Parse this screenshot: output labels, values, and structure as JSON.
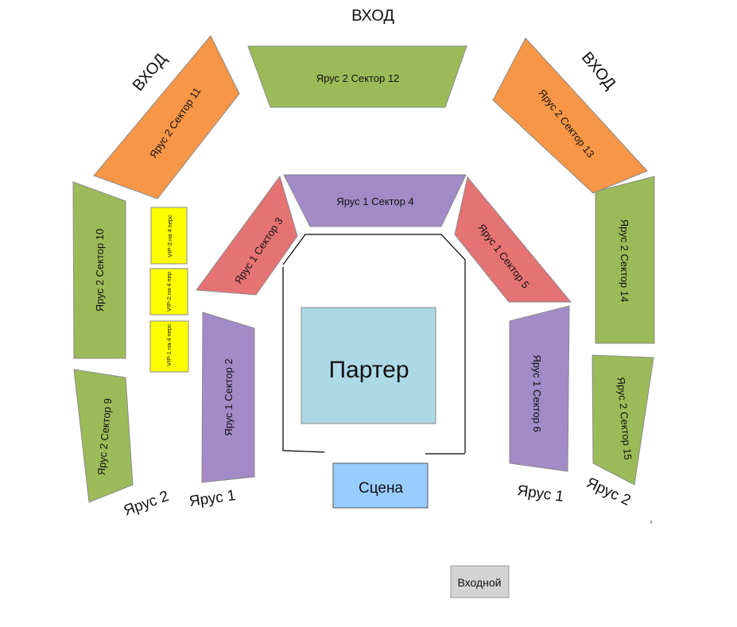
{
  "entrances": {
    "top": "ВХОД",
    "left": "ВХОД",
    "right": "ВХОД"
  },
  "colors": {
    "tier2_green": "#9bbb59",
    "tier2_orange": "#f79646",
    "tier1_purple": "#a28bc7",
    "tier1_red": "#e57373",
    "vip_yellow": "#ffff00",
    "parter_blue": "#add8e6",
    "stage_blue": "#99ccff",
    "entry_gray": "#d3d3d3"
  },
  "sectors": {
    "s12": "Ярус 2 Сектор 12",
    "s11": "Ярус 2 Сектор 11",
    "s13": "Ярус 2 Сектор 13",
    "s10": "Ярус 2 Сектор 10",
    "s9": "Ярус 2 Сектор 9",
    "s14": "Ярус 2 Сектор 14",
    "s15": "Ярус 2 Сектор 15",
    "s4": "Ярус 1 Сектор 4",
    "s3": "Ярус 1 Сектор 3",
    "s5": "Ярус 1 Сектор 5",
    "s2": "Ярус 1 Сектор 2",
    "s6": "Ярус 1 Сектор 6"
  },
  "vip": {
    "v3": "VIP-3 на 4 перс",
    "v2": "VIP-2 на 4 пер",
    "v1": "VIP-1 на 4 перс"
  },
  "areas": {
    "parter": "Партер",
    "stage": "Сцена",
    "entry": "Входной"
  },
  "tier_labels": {
    "left_tier2": "Ярус 2",
    "left_tier1": "Ярус 1",
    "right_tier1": "Ярус 1",
    "right_tier2": "Ярус 2"
  }
}
